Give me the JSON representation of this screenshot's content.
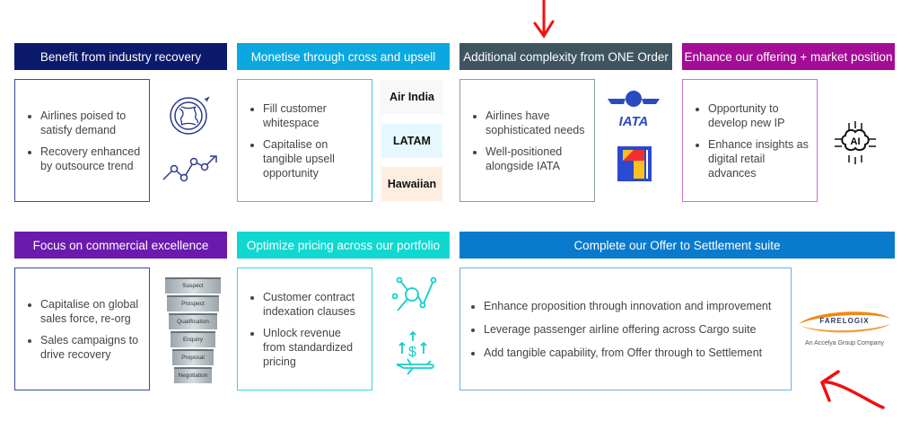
{
  "panels": [
    {
      "title": "Benefit from industry recovery",
      "color": "#0b1a6b",
      "border": "#3a4a9a",
      "bullets": [
        "Airlines poised to satisfy demand",
        "Recovery enhanced by outsource trend"
      ]
    },
    {
      "title": "Monetise through cross and upsell",
      "color": "#0aa8e0",
      "border": "#3cc8f0",
      "bullets": [
        "Fill customer whitespace",
        "Capitalise on tangible upsell opportunity"
      ]
    },
    {
      "title": "Additional complexity from ONE Order",
      "color": "#3e5560",
      "border": "#8a9aa2",
      "bullets": [
        "Airlines have sophisticated needs",
        "Well-positioned alongside IATA"
      ]
    },
    {
      "title": "Enhance our offering + market position",
      "color": "#a50c96",
      "border": "#d070c8",
      "bullets": [
        "Opportunity to develop new IP",
        "Enhance insights as digital retail advances"
      ]
    },
    {
      "title": "Focus on commercial excellence",
      "color": "#6a1aad",
      "border": "#3a4a9a",
      "bullets": [
        "Capitalise on global sales force, re-org",
        "Sales campaigns to drive recovery"
      ]
    },
    {
      "title": "Optimize pricing across our portfolio",
      "color": "#10d8d0",
      "border": "#30dcd8",
      "bullets": [
        "Customer contract indexation clauses",
        "Unlock revenue from standardized pricing"
      ]
    },
    {
      "title": "Complete our Offer to Settlement suite",
      "color": "#0a7acc",
      "border": "#6ab0e0",
      "bullets": [
        "Enhance proposition through innovation and improvement",
        "Leverage passenger airline offering across Cargo suite",
        "Add tangible capability, from Offer through to Settlement"
      ]
    }
  ],
  "customers": [
    "Air India",
    "LATAM",
    "Hawaiian"
  ],
  "funnel": [
    "Suspect",
    "Prospect",
    "Qualification",
    "Enquiry",
    "Proposal",
    "Negotiation"
  ],
  "iata_logo": "IATA",
  "ai_label": "AI",
  "farelogix": {
    "name": "FARELOGIX",
    "tagline": "An Accelya Group Company"
  },
  "annotation_color": "#ee1111"
}
